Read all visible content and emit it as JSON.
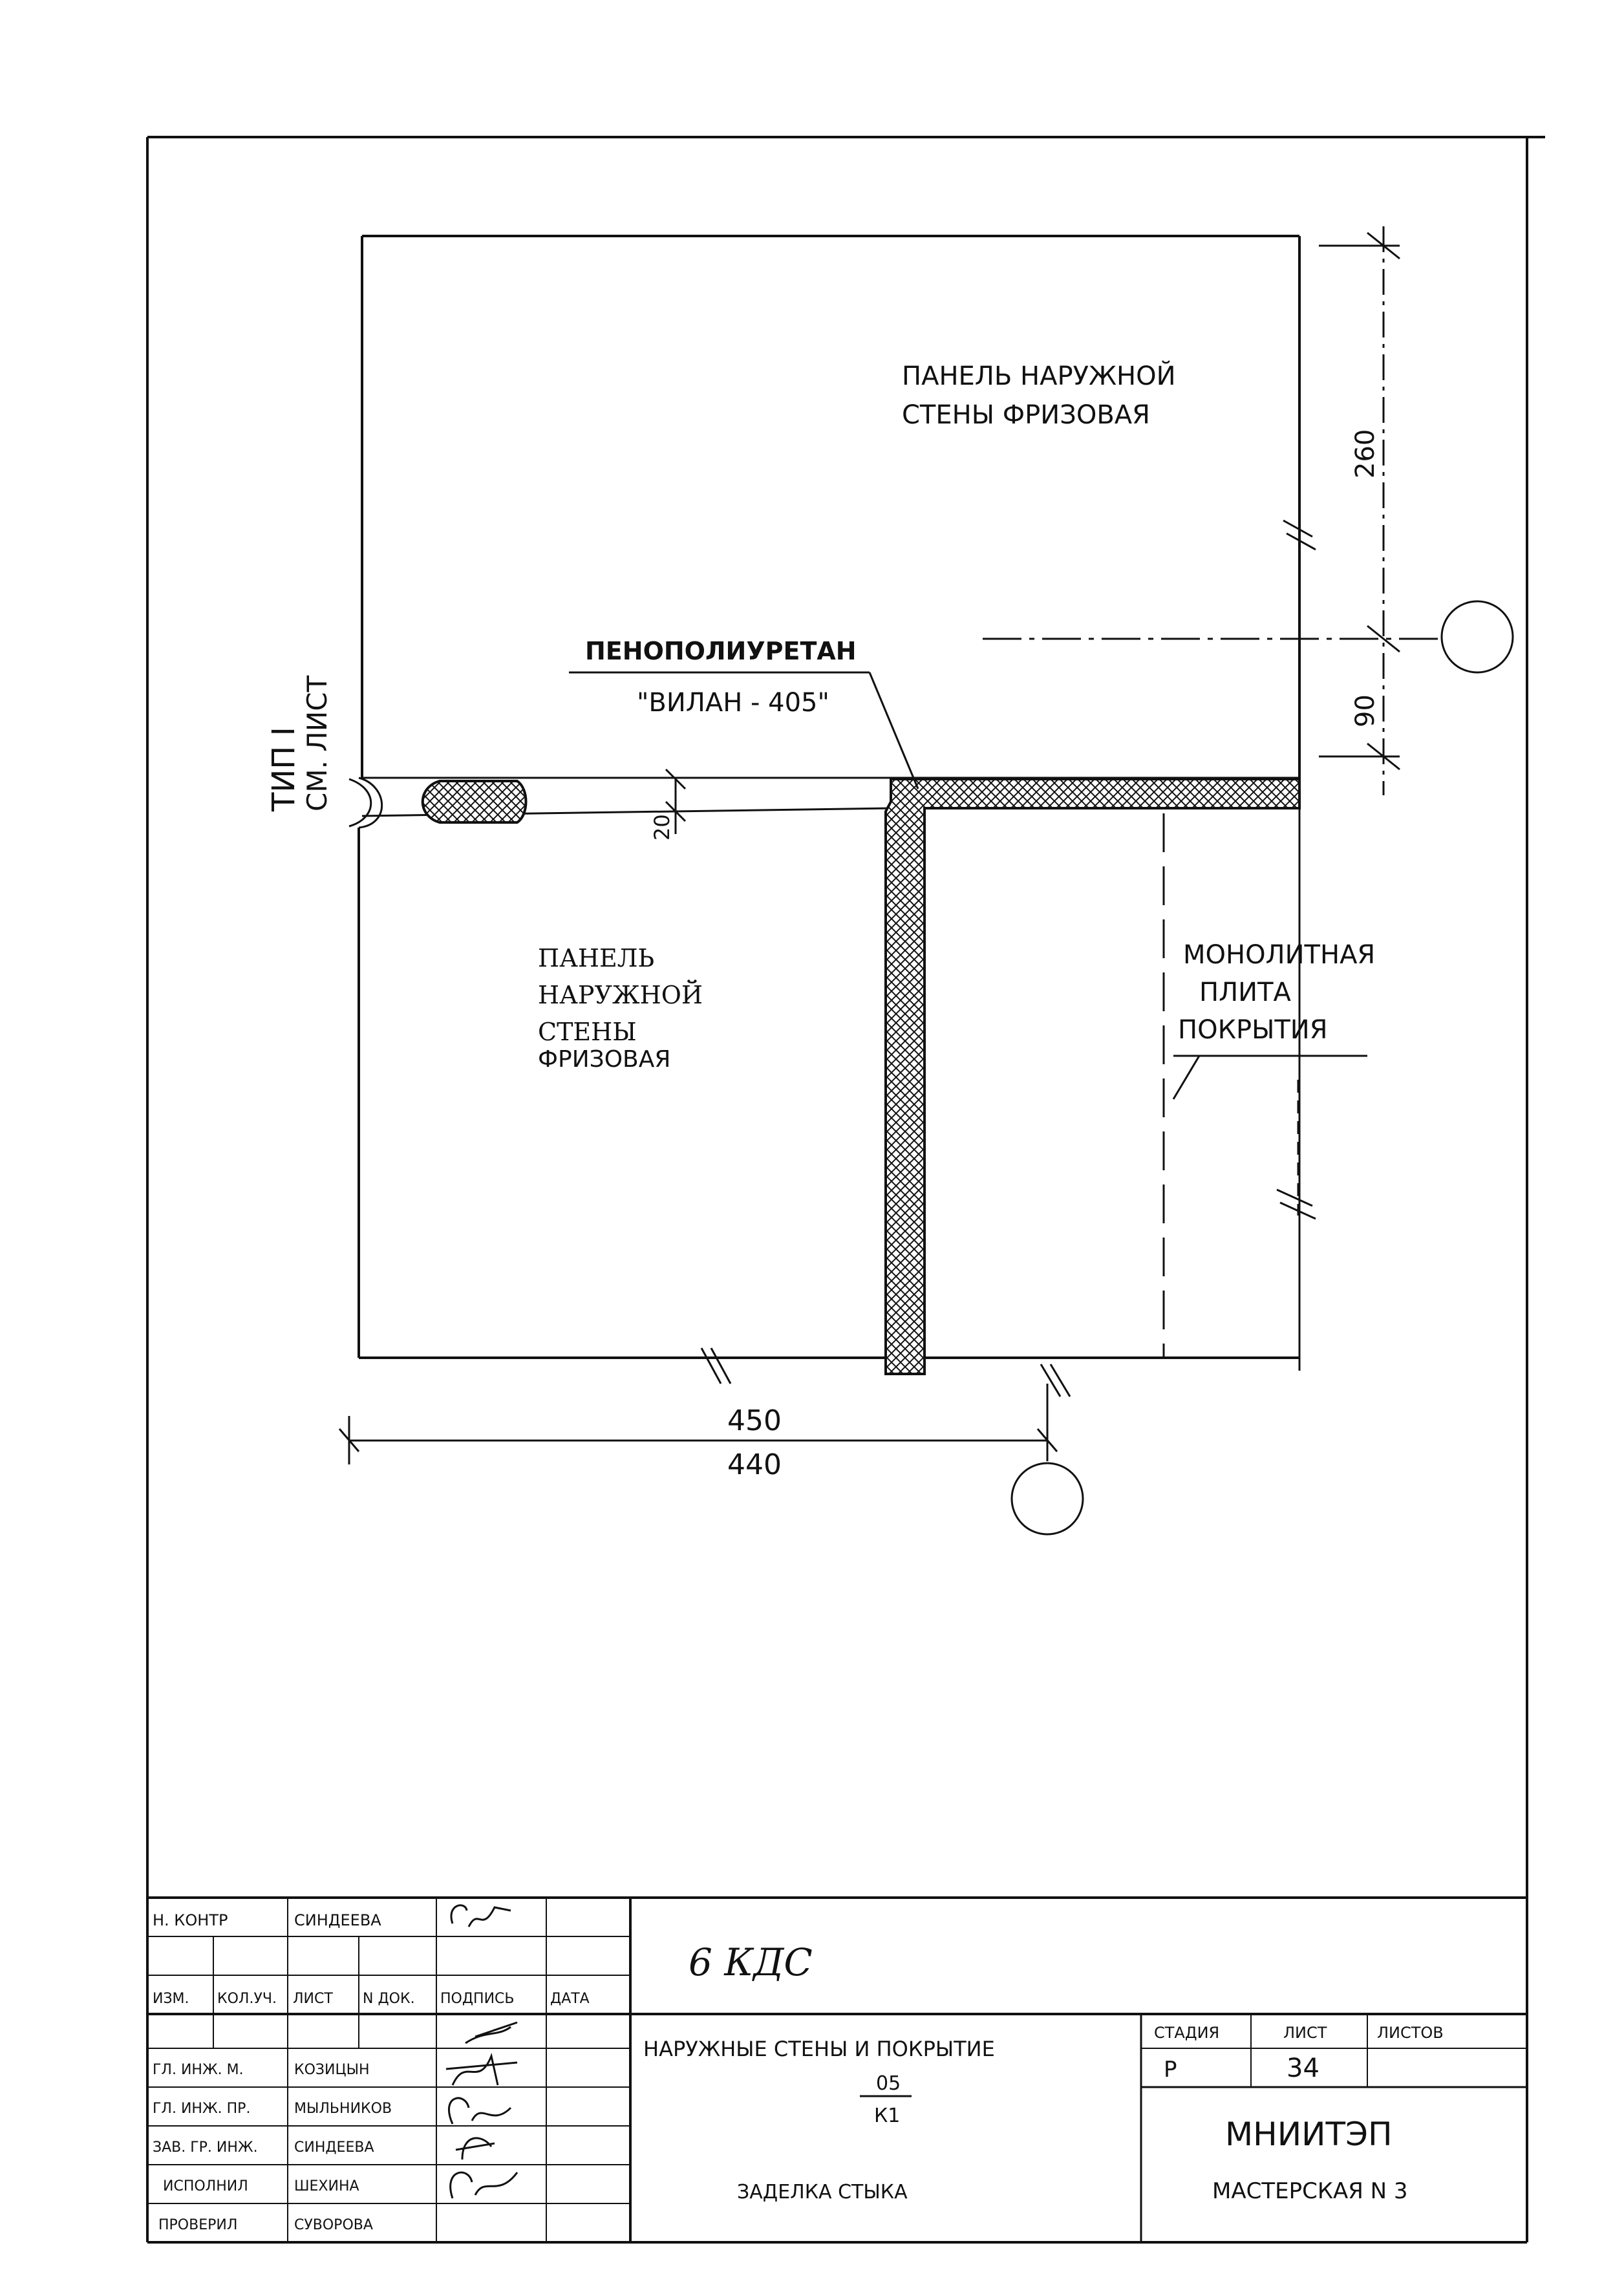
{
  "drawing": {
    "label_top_panel": [
      "ПАНЕЛЬ НАРУЖНОЙ",
      "СТЕНЫ ФРИЗОВАЯ"
    ],
    "label_left_panel": [
      "ПАНЕЛЬ",
      "НАРУЖНОЙ",
      "СТЕНЫ",
      "ФРИЗОВАЯ"
    ],
    "label_slab": [
      "МОНОЛИТНАЯ",
      "ПЛИТА",
      "ПОКРЫТИЯ"
    ],
    "label_foam": [
      "ПЕНОПОЛИУРЕТАН",
      "\"ВИЛАН - 405\""
    ],
    "type_note": [
      "ТИП I",
      "СМ. ЛИСТ"
    ],
    "dim_260": "260",
    "dim_90": "90",
    "dim_20": "20",
    "dim_450": "450",
    "dim_440": "440"
  },
  "title_block": {
    "left_rows": [
      {
        "role": "Н. КОНТР",
        "name": "СИНДЕЕВА"
      },
      {
        "role": "",
        "name": ""
      },
      {
        "role": "ГЛ. ИНЖ. М.",
        "name": "КОЗИЦЫН"
      },
      {
        "role": "ГЛ. ИНЖ. ПР.",
        "name": "МЫЛЬНИКОВ"
      },
      {
        "role": "ЗАВ. ГР. ИНЖ.",
        "name": "СИНДЕЕВА"
      },
      {
        "role": "ИСПОЛНИЛ",
        "name": "ШЕХИНА"
      },
      {
        "role": "ПРОВЕРИЛ",
        "name": "СУВОРОВА"
      }
    ],
    "header_cells": [
      "ИЗМ.",
      "КОЛ.УЧ.",
      "ЛИСТ",
      "N ДОК.",
      "ПОДПИСЬ",
      "ДАТА"
    ],
    "project_code": "6 КДС",
    "section_title": "НАРУЖНЫЕ СТЕНЫ И ПОКРЫТИЕ",
    "fraction_top": "05",
    "fraction_bottom": "К1",
    "sheet_title": "ЗАДЕЛКА СТЫКА",
    "stage_header": "СТАДИЯ",
    "sheet_header": "ЛИСТ",
    "sheets_header": "ЛИСТОВ",
    "stage_value": "Р",
    "sheet_value": "34",
    "sheets_value": "",
    "organization": "МНИИТЭП",
    "workshop": "МАСТЕРСКАЯ N 3"
  }
}
